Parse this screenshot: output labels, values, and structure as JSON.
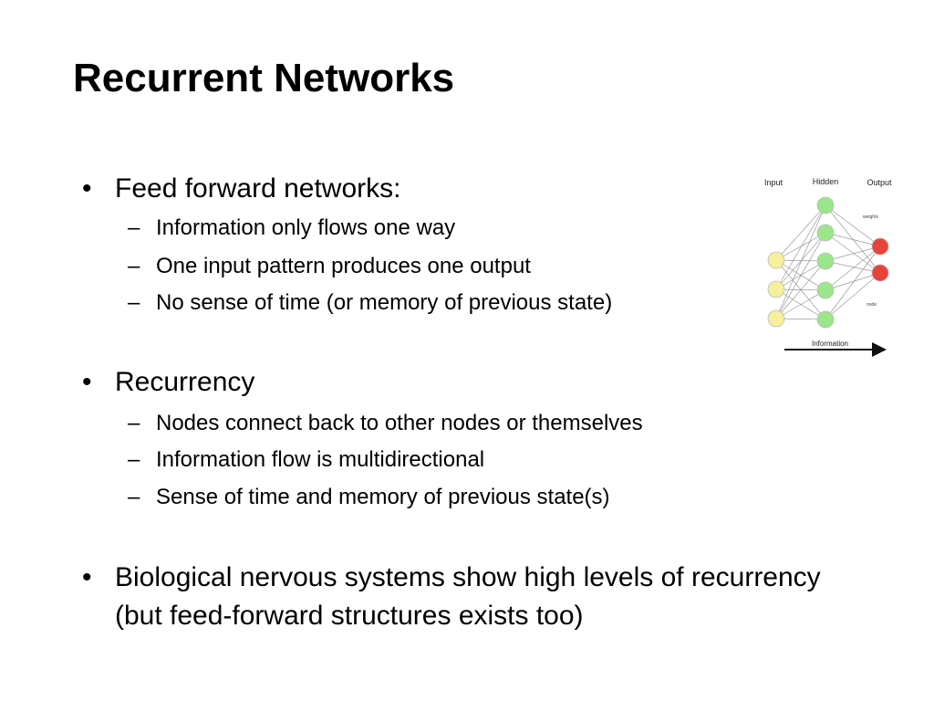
{
  "title": "Recurrent Networks",
  "bullets": [
    {
      "text": "Feed forward networks:",
      "subs": [
        "Information only flows one way",
        "One input pattern produces one output",
        "No sense of time (or memory of previous state)"
      ]
    },
    {
      "text": "Recurrency",
      "subs": [
        "Nodes connect back to other nodes or themselves",
        "Information flow is multidirectional",
        "Sense of time and memory of previous state(s)"
      ]
    },
    {
      "text": "Biological nervous systems show high levels of recurrency (but feed-forward structures exists too)",
      "subs": []
    }
  ],
  "bullet_glyph": "•",
  "dash_glyph": "–",
  "diagram": {
    "labels": {
      "input": "Input",
      "hidden": "Hidden",
      "output": "Output",
      "weights": "weights",
      "node": "node",
      "information": "Information"
    },
    "layer_sizes": {
      "input": 3,
      "hidden": 5,
      "output": 2
    },
    "colors": {
      "input_node": "#f6ef9c",
      "hidden_node": "#9be58a",
      "output_node": "#e8433a",
      "edge": "#9a9a9a",
      "arrow": "#111111"
    }
  }
}
